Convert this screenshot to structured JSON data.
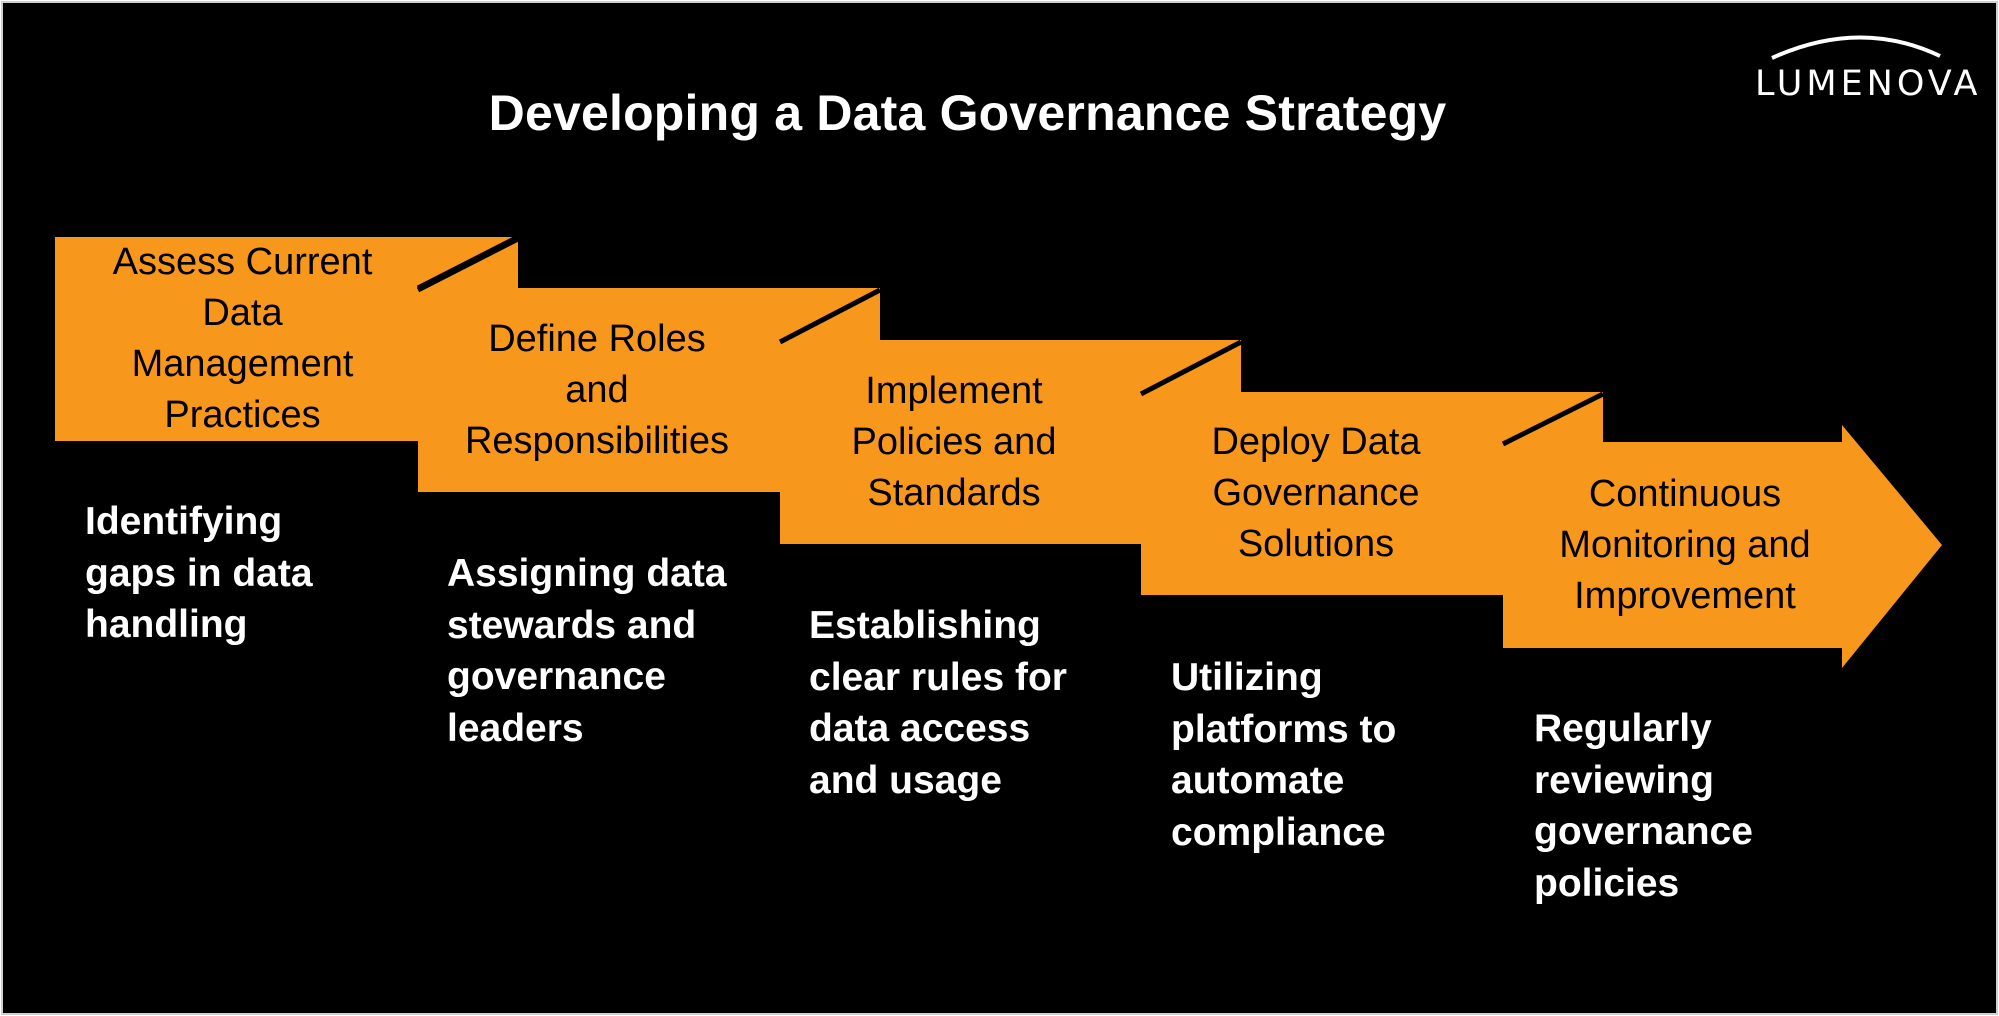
{
  "title": "Developing a Data Governance Strategy",
  "logo": {
    "text": "LUMENOVA"
  },
  "colors": {
    "background": "#000000",
    "accent": "#F7981D",
    "fold": "#E0830F",
    "text_light": "#FFFFFF",
    "text_dark": "#000000"
  },
  "steps": [
    {
      "label": "Assess Current\nData\nManagement\nPractices",
      "description": "Identifying\ngaps in data\nhandling"
    },
    {
      "label": "Define Roles\nand\nResponsibilities",
      "description": "Assigning data\nstewards and\ngovernance\nleaders"
    },
    {
      "label": "Implement\nPolicies and\nStandards",
      "description": "Establishing\nclear rules for\ndata access\nand usage"
    },
    {
      "label": "Deploy Data\nGovernance\nSolutions",
      "description": "Utilizing\nplatforms to\nautomate\ncompliance"
    },
    {
      "label": "Continuous\nMonitoring and\nImprovement",
      "description": "Regularly\nreviewing\ngovernance\npolicies"
    }
  ]
}
